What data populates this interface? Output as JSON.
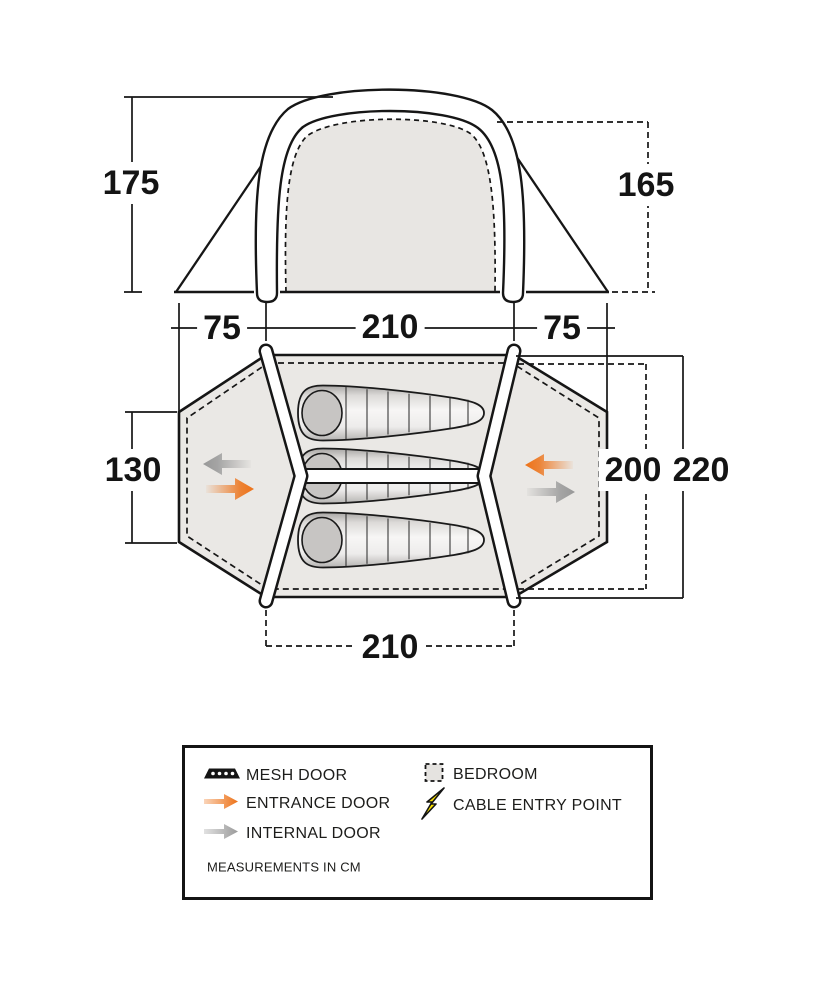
{
  "dims": {
    "elevation_height_left": "175",
    "elevation_height_right": "165",
    "porch_width_left": "75",
    "middle_width": "210",
    "porch_width_right": "75",
    "door_height": "130",
    "inner_depth": "200",
    "overall_depth": "220",
    "bedroom_width": "210"
  },
  "legend": {
    "items": [
      {
        "name": "mesh-door",
        "label": "MESH DOOR"
      },
      {
        "name": "entrance-door",
        "label": "ENTRANCE DOOR"
      },
      {
        "name": "internal-door",
        "label": "INTERNAL DOOR"
      },
      {
        "name": "bedroom",
        "label": "BEDROOM"
      },
      {
        "name": "cable-entry-point",
        "label": "CABLE ENTRY POINT"
      }
    ],
    "note": "MEASUREMENTS IN CM"
  },
  "colors": {
    "entrance_orange": "#ED7218",
    "internal_gray": "#9B9B9B",
    "bedroom_fill": "#E7E5E2",
    "cable_yellow": "#FFE600",
    "line_black": "#161616"
  }
}
